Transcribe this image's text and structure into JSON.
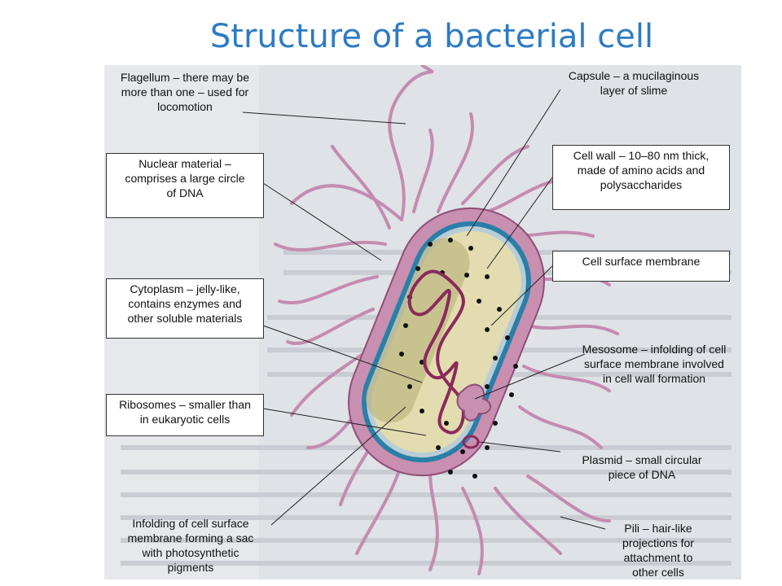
{
  "title": "Structure of a bacterial cell",
  "labels": {
    "flagellum": [
      "Flagellum – there may be",
      "more than one – used for",
      "locomotion"
    ],
    "capsule": [
      "Capsule – a mucilaginous",
      "layer of slime"
    ],
    "nuclear": [
      "Nuclear material –",
      "comprises a large circle",
      "of DNA"
    ],
    "cellwall": [
      "Cell wall – 10–80 nm thick,",
      "made of amino acids and",
      "polysaccharides"
    ],
    "membrane": [
      "Cell surface membrane"
    ],
    "cytoplasm": [
      "Cytoplasm – jelly-like,",
      "contains enzymes and",
      "other soluble materials"
    ],
    "mesosome": [
      "Mesosome – infolding of cell",
      "surface membrane involved",
      "in cell wall formation"
    ],
    "ribosomes": [
      "Ribosomes – smaller than",
      "in eukaryotic cells"
    ],
    "plasmid": [
      "Plasmid – small circular",
      "piece of DNA"
    ],
    "infolding": [
      "Infolding of cell surface",
      "membrane forming a sac",
      "with photosynthetic",
      "pigments"
    ],
    "pili": [
      "Pili – hair-like",
      "projections for",
      "attachment to",
      "other cells"
    ]
  },
  "colors": {
    "title": "#2e7bc4",
    "capsule": "#c98fb1",
    "cellwall": "#2a7fa8",
    "cytoplasm": "#e2dcb0",
    "dna": "#8a2a5a",
    "ribosome": "#111111"
  }
}
